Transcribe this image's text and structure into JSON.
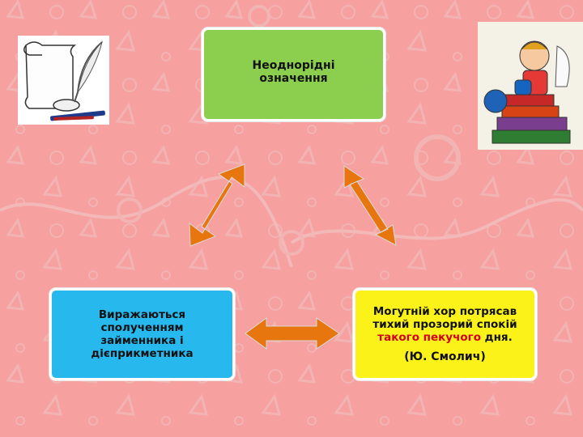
{
  "colors": {
    "background": "#f6a0a0",
    "top_box": "#8ccf4e",
    "left_box": "#27b8ee",
    "right_box": "#fbf21a",
    "arrow": "#e8760f",
    "highlight": "#d1001c"
  },
  "top_box": {
    "lines": [
      "Неоднорідні",
      "означення"
    ]
  },
  "left_box": {
    "lines": [
      "Виражаються",
      "сполученням",
      "займенника і",
      "дієприкметника"
    ]
  },
  "right_box": {
    "line1": "Могутній хор потрясав",
    "line2": "тихий прозорий спокій",
    "highlight": "такого пекучого",
    "line3_end": " дня.",
    "author": "(Ю. Смолич)"
  },
  "images": {
    "left": "scroll-quill-pen-illustration",
    "right": "boy-on-books-illustration"
  }
}
